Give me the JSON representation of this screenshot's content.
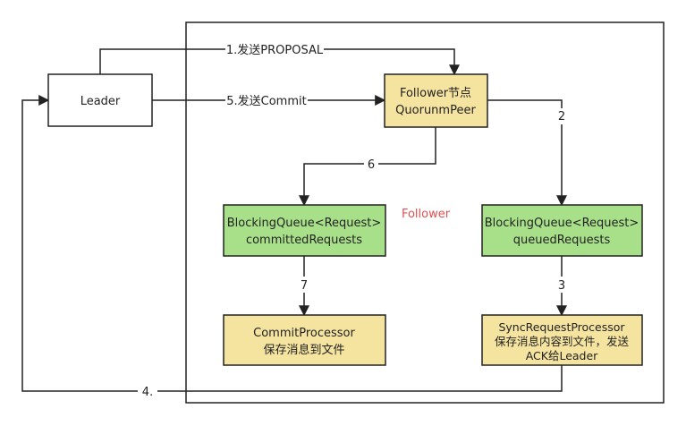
{
  "nodes": {
    "leader": {
      "label": "Leader"
    },
    "follower": {
      "line1": "Follower节点",
      "line2": "QuorunmPeer"
    },
    "committed_queue": {
      "line1": "BlockingQueue<Request>",
      "line2": "committedRequests"
    },
    "queued_queue": {
      "line1": "BlockingQueue<Request>",
      "line2": "queuedRequests"
    },
    "commit_processor": {
      "line1": "CommitProcessor",
      "line2": "保存消息到文件"
    },
    "sync_processor": {
      "line1": "SyncRequestProcessor",
      "line2": "保存消息内容到文件，发送",
      "line3": "ACK给Leader"
    }
  },
  "group_label": "Follower",
  "edges": {
    "e1": "1.发送PROPOSAL",
    "e2": "2",
    "e3": "3",
    "e4": "4.",
    "e5": "5.发送Commit",
    "e6": "6",
    "e7": "7"
  },
  "colors": {
    "yellow": "#f5e3a0",
    "green": "#a8e08a",
    "white": "#ffffff",
    "line": "#222222",
    "group_label": "#e05050"
  }
}
